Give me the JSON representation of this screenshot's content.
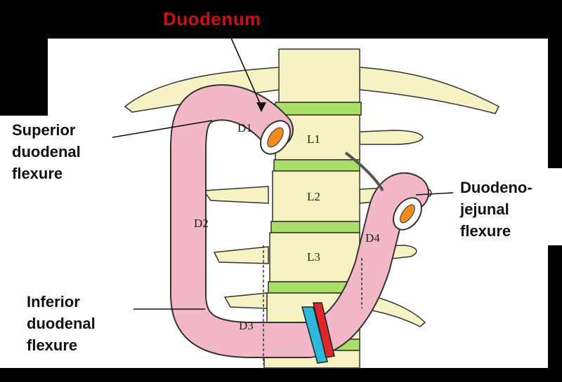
{
  "title": "Duodenum",
  "labels": {
    "superior_line1": "Superior",
    "superior_line2": "duodenal",
    "superior_line3": "flexure",
    "inferior_line1": "Inferior",
    "inferior_line2": "duodenal",
    "inferior_line3": "flexure",
    "dj_line1": "Duodeno-",
    "dj_line2": "jejunal",
    "dj_line3": "flexure"
  },
  "segments": {
    "d1": "D1",
    "d2": "D2",
    "d3": "D3",
    "d4": "D4"
  },
  "vertebrae": {
    "l1": "L1",
    "l2": "L2",
    "l3": "L3"
  },
  "colors": {
    "title": "#cc1111",
    "duodenum": "#f2b8c8",
    "bone": "#f6f2c4",
    "disc": "#a8e06a",
    "artery": "#e0262a",
    "vein": "#2cb8d8",
    "lumen": "#f08a1c"
  }
}
